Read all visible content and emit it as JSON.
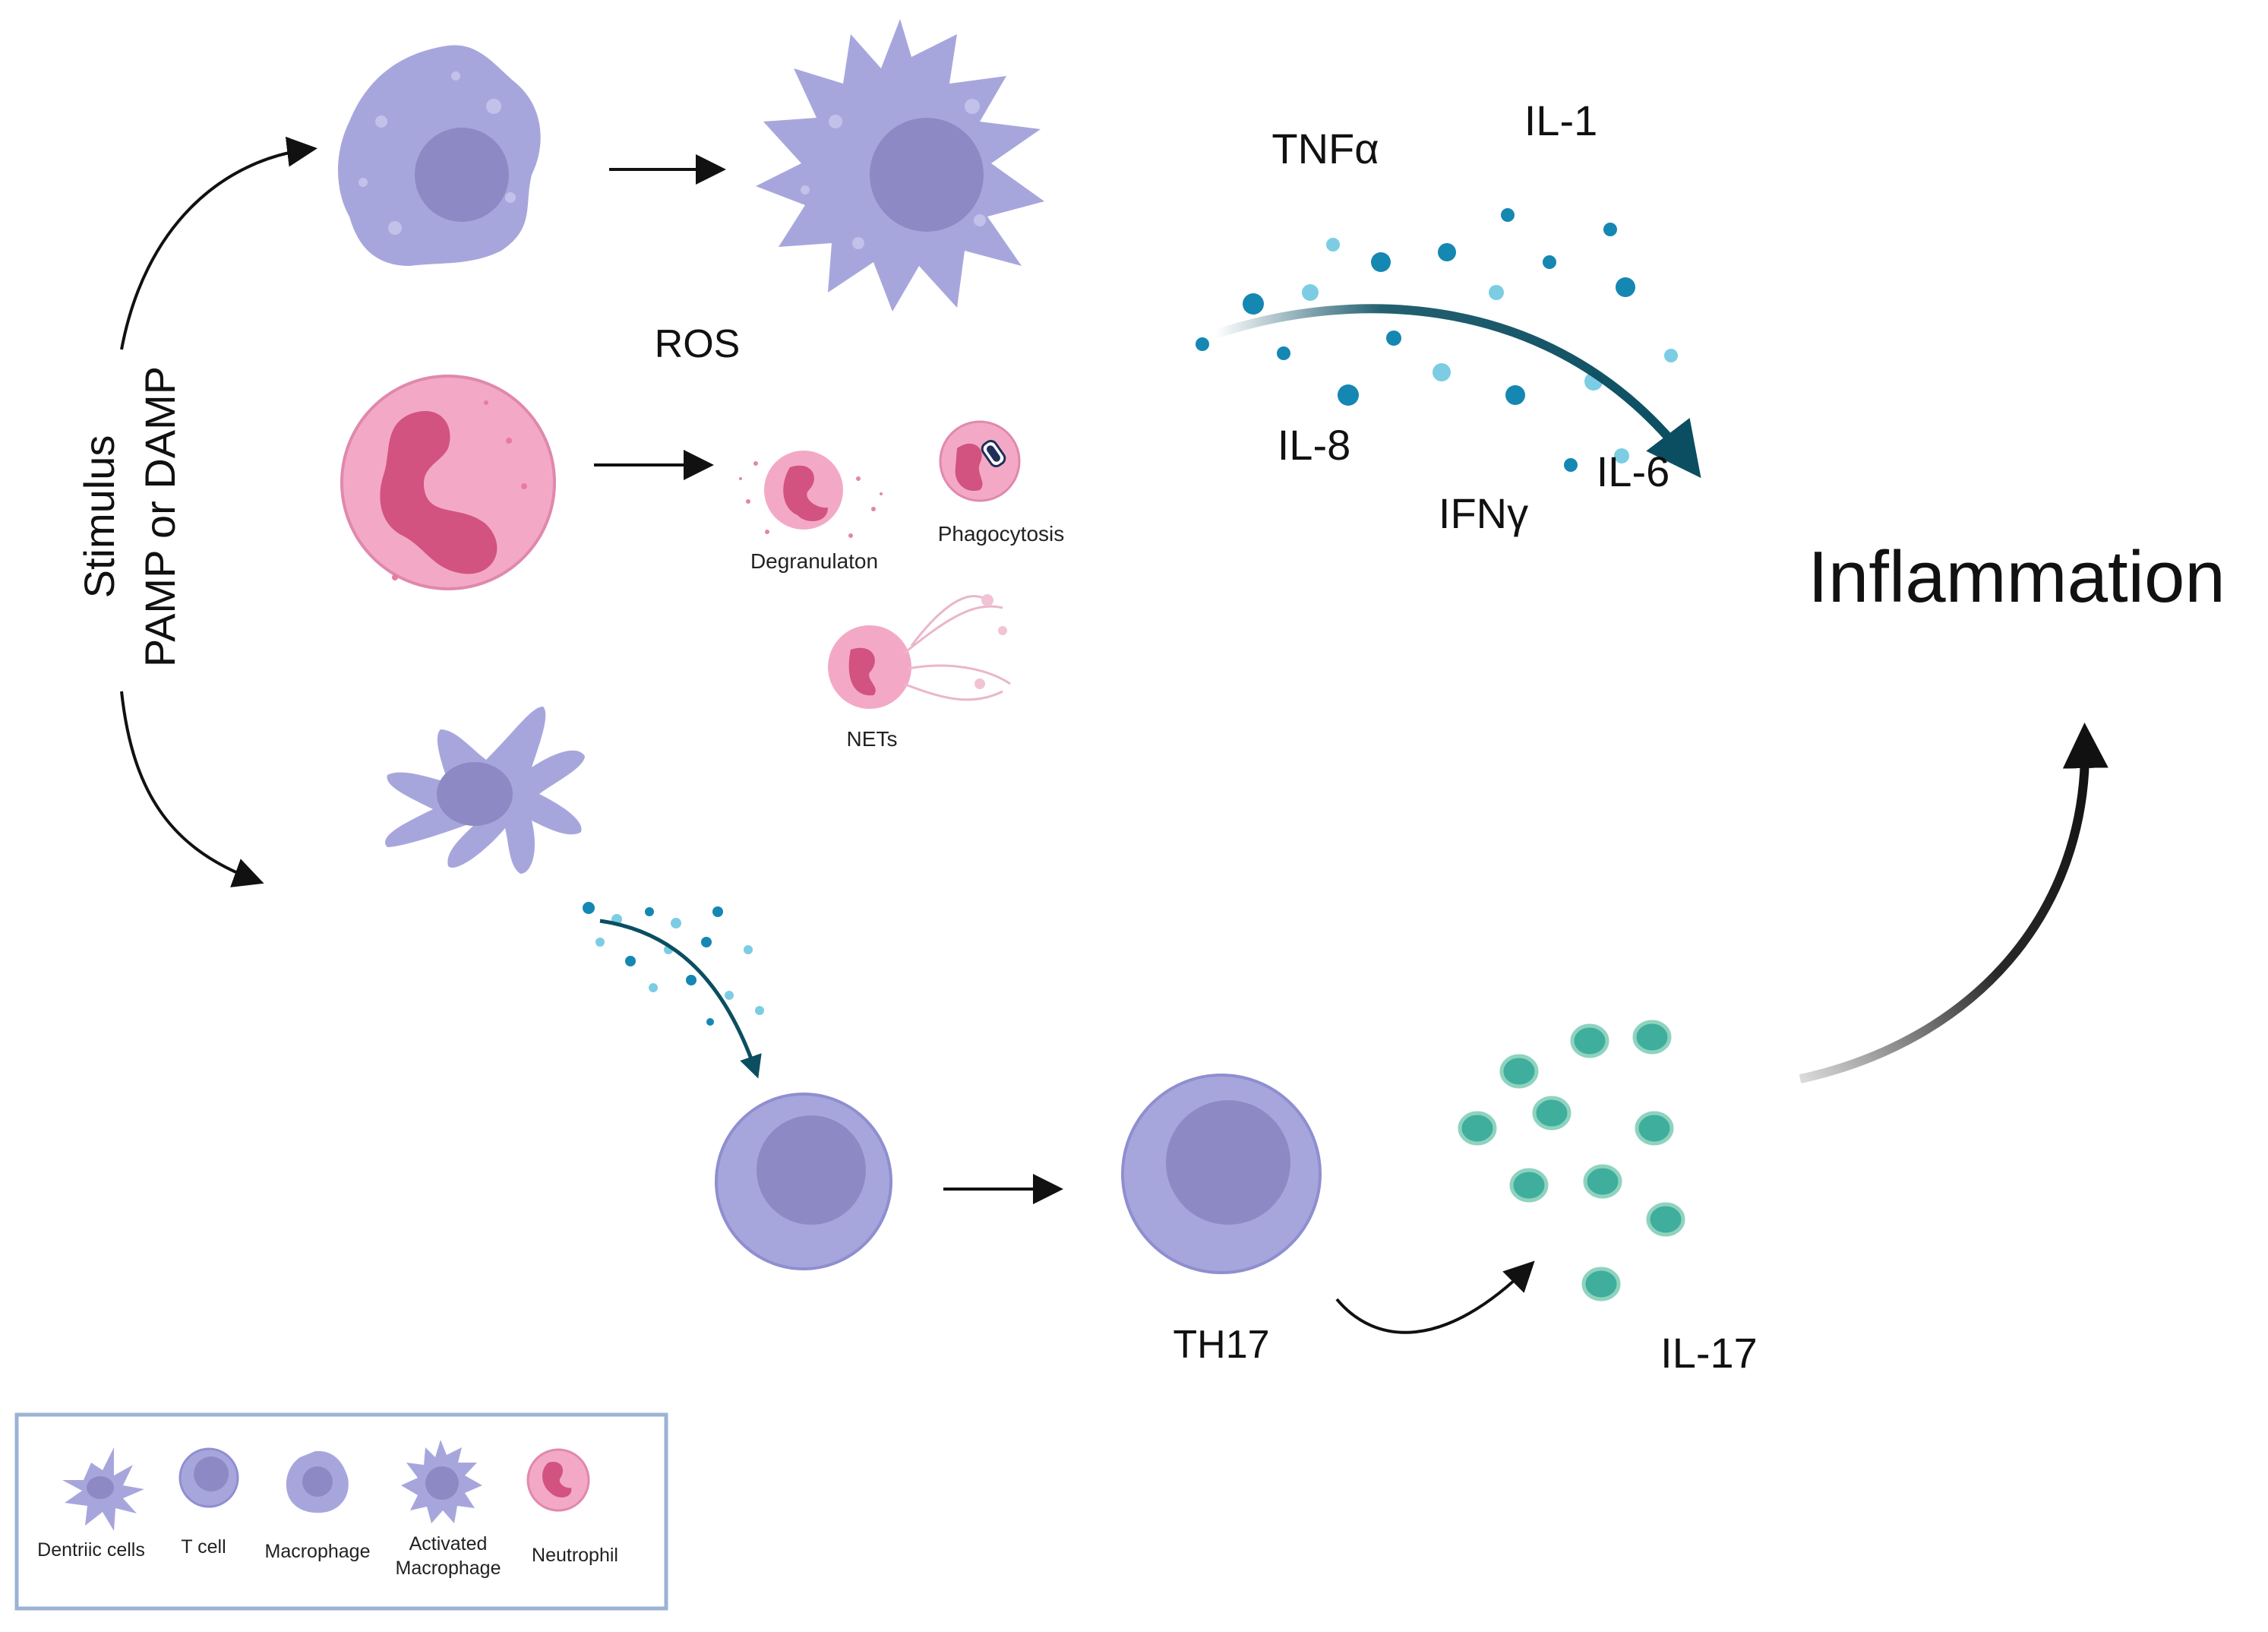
{
  "labels": {
    "stimulus_line1": "Stimulus",
    "stimulus_line2": "PAMP or DAMP",
    "ros": "ROS",
    "degranulation": "Degranulaton",
    "phagocytosis": "Phagocytosis",
    "nets": "NETs",
    "tnfa": "TNFα",
    "il1": "IL-1",
    "il8": "IL-8",
    "il6": "IL-6",
    "ifng": "IFNγ",
    "inflammation": "Inflammation",
    "th17": "TH17",
    "il17": "IL-17"
  },
  "legend": {
    "dendritic": "Dentriic cells",
    "tcell": "T cell",
    "macrophage": "Macrophage",
    "activated_line1": "Activated",
    "activated_line2": "Macrophage",
    "neutrophil": "Neutrophil"
  },
  "colors": {
    "cell_lavender": "#a7a6dc",
    "nucleus_lavender": "#8d89c4",
    "neutrophil_pink": "#f3a9c6",
    "neutrophil_nucleus": "#d2537f",
    "cytokine_dark": "#1587b3",
    "cytokine_light": "#7ccde3",
    "il17_green": "#3fae9d",
    "arrow_teal": "#0b4e61",
    "legend_border": "#9bb3d4"
  }
}
